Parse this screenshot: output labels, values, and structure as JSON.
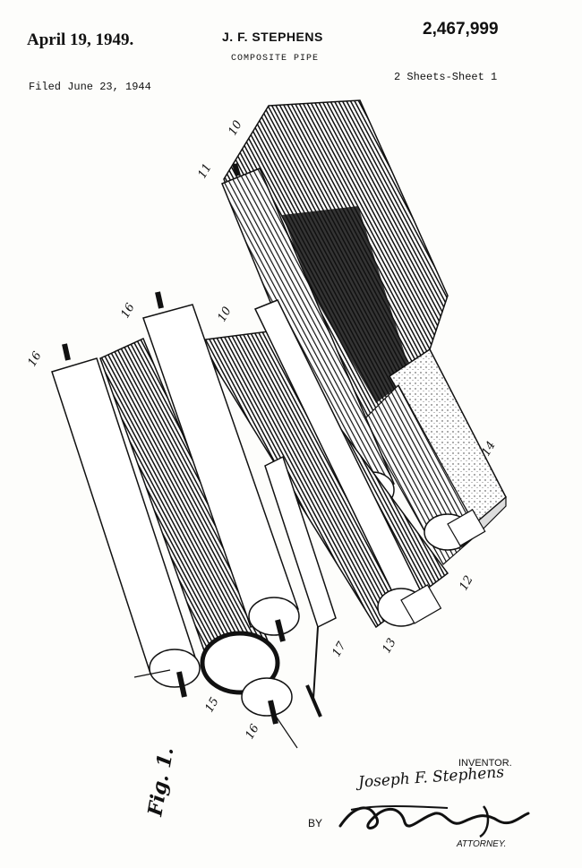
{
  "header": {
    "date": "April 19, 1949.",
    "inventor_name": "J. F. STEPHENS",
    "patent_number": "2,467,999",
    "title": "COMPOSITE PIPE",
    "filed": "Filed June 23, 1944",
    "sheets": "2 Sheets-Sheet 1"
  },
  "figure": {
    "label": "Fig. 1.",
    "reference_numerals": [
      "10",
      "11",
      "16",
      "16",
      "10",
      "14",
      "12",
      "13",
      "17",
      "15",
      "16"
    ]
  },
  "footer": {
    "inventor_label": "INVENTOR.",
    "inventor_signature": "Joseph F. Stephens",
    "by_label": "BY",
    "attorney_label": "ATTORNEY."
  }
}
